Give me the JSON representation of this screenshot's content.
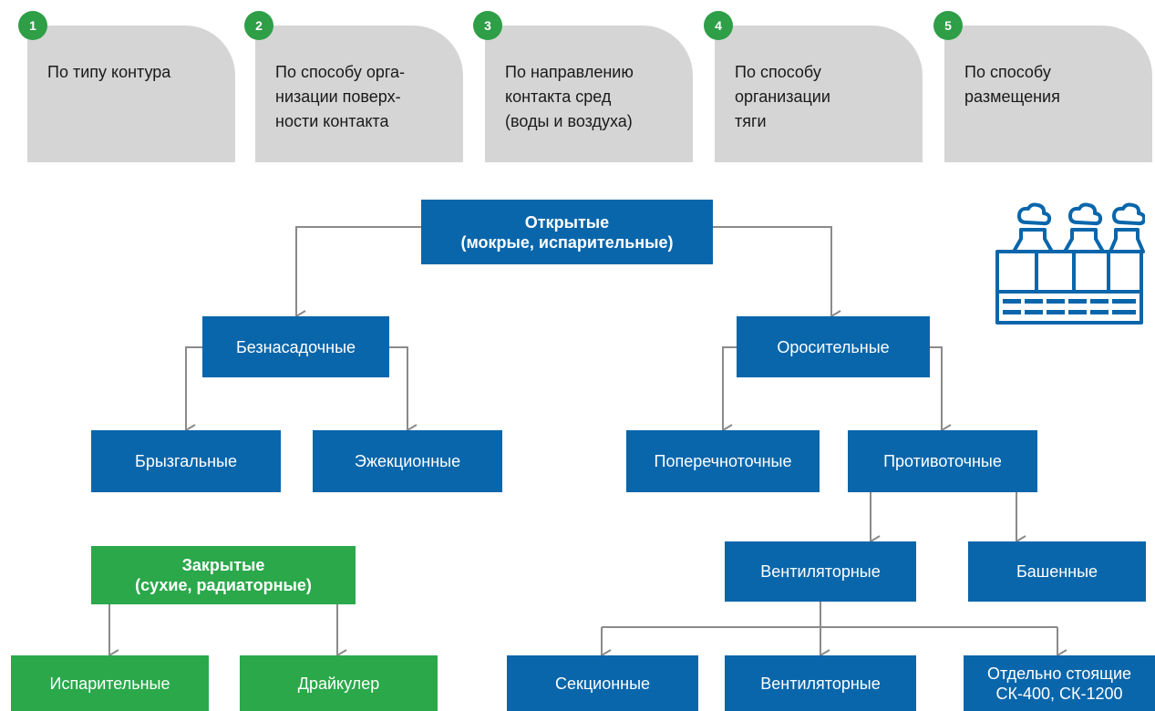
{
  "categories": [
    {
      "num": "1",
      "label": "По типу контура"
    },
    {
      "num": "2",
      "label": "По способу орга-\nнизации поверх-\nности контакта"
    },
    {
      "num": "3",
      "label": "По направлению\nконтакта сред\n(воды и воздуха)"
    },
    {
      "num": "4",
      "label": "По способу\nорганизации\nтяги"
    },
    {
      "num": "5",
      "label": "По способу\nразмещения"
    }
  ],
  "nodes": {
    "open": "Открытые\n(мокрые, испарительные)",
    "nozzleless": "Безнасадочные",
    "irrigation": "Оросительные",
    "spray": "Брызгальные",
    "ejection": "Эжекционные",
    "crossflow": "Поперечноточные",
    "counterflow": "Противоточные",
    "fan": "Вентиляторные",
    "tower": "Башенные",
    "closed": "Закрытые\n(сухие, радиаторные)",
    "evaporative": "Испарительные",
    "drycooler": "Драйкулер",
    "sectional": "Секционные",
    "fan_sub": "Вентиляторные",
    "standalone": "Отдельно стоящие\nСК-400, СК-1200"
  },
  "colors": {
    "blue": "#0966ab",
    "green": "#2aa84a",
    "badge": "#2e9e47",
    "tab": "#d5d5d5",
    "connector": "#8a8a8a"
  },
  "icons": {
    "tower_illustration": "cooling-tower-icon"
  }
}
